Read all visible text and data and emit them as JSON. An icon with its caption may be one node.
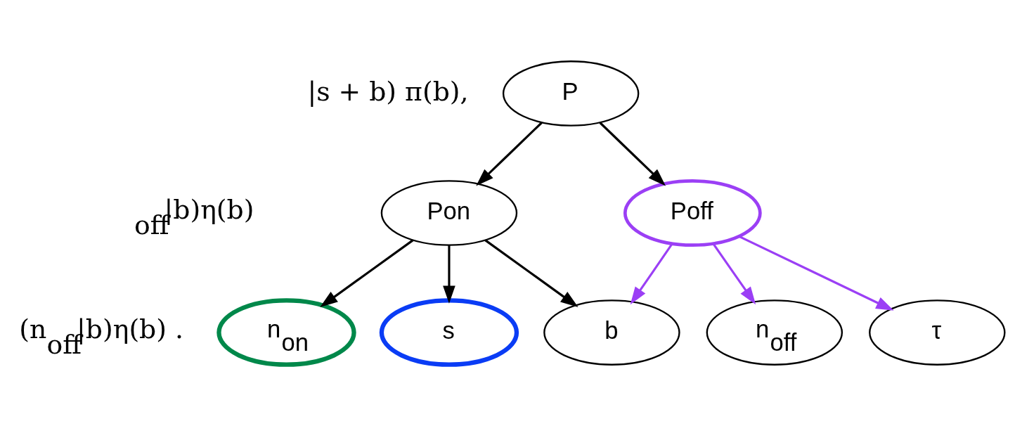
{
  "diagram": {
    "nodes": [
      {
        "text": [
          "P"
        ]
      },
      {
        "text": [
          "Pon"
        ]
      },
      {
        "text": [
          "Poff"
        ]
      },
      {
        "text": [
          "n$_{on}$"
        ]
      },
      {
        "text": [
          "s"
        ]
      },
      {
        "text": [
          "b"
        ]
      },
      {
        "text": [
          "n$_{off}$"
        ]
      },
      {
        "text": [
          "τ"
        ]
      }
    ],
    "edges": [
      {
        "from": 0,
        "to": 1,
        "arrow": "to"
      },
      {
        "from": 0,
        "to": 2,
        "arrow": "to"
      },
      {
        "from": 1,
        "to": 3,
        "arrow": "to"
      },
      {
        "from": 1,
        "to": 4,
        "arrow": "to"
      },
      {
        "from": 1,
        "to": 5,
        "arrow": "to"
      },
      {
        "from": 2,
        "to": 5,
        "arrow": "to",
        "color": "#9b3ff5"
      },
      {
        "from": 2,
        "to": 6,
        "arrow": "to",
        "color": "#9b3ff5"
      },
      {
        "from": 2,
        "to": 7,
        "arrow": "to",
        "color": "#9b3ff5"
      }
    ],
    "labels": [
      "|s + b) π(b),",
      "$_{off}$|b)η(b)",
      "(n$_{off}$|b)η(b) ."
    ]
  }
}
